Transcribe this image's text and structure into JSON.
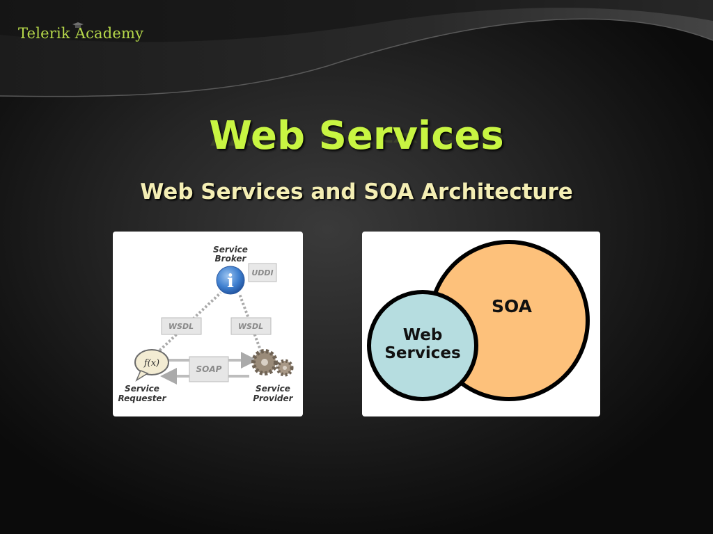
{
  "logo": {
    "text": "Telerik Academy",
    "icon": "graduation-cap-icon"
  },
  "title": "Web Services",
  "subtitle": "Web Services and SOA Architecture",
  "left_diagram": {
    "broker_label_1": "Service",
    "broker_label_2": "Broker",
    "uddi": "UDDI",
    "wsdl_left": "WSDL",
    "wsdl_right": "WSDL",
    "soap": "SOAP",
    "function_symbol": "f(x)",
    "requester_label_1": "Service",
    "requester_label_2": "Requester",
    "provider_label_1": "Service",
    "provider_label_2": "Provider",
    "info_symbol": "i"
  },
  "right_diagram": {
    "outer_label": "SOA",
    "inner_label_1": "Web",
    "inner_label_2": "Services",
    "outer_color": "#fdc17b",
    "inner_color": "#b6dde0"
  },
  "colors": {
    "title": "#c8f542",
    "subtitle": "#f4eeb4",
    "logo": "#b6d84a"
  }
}
